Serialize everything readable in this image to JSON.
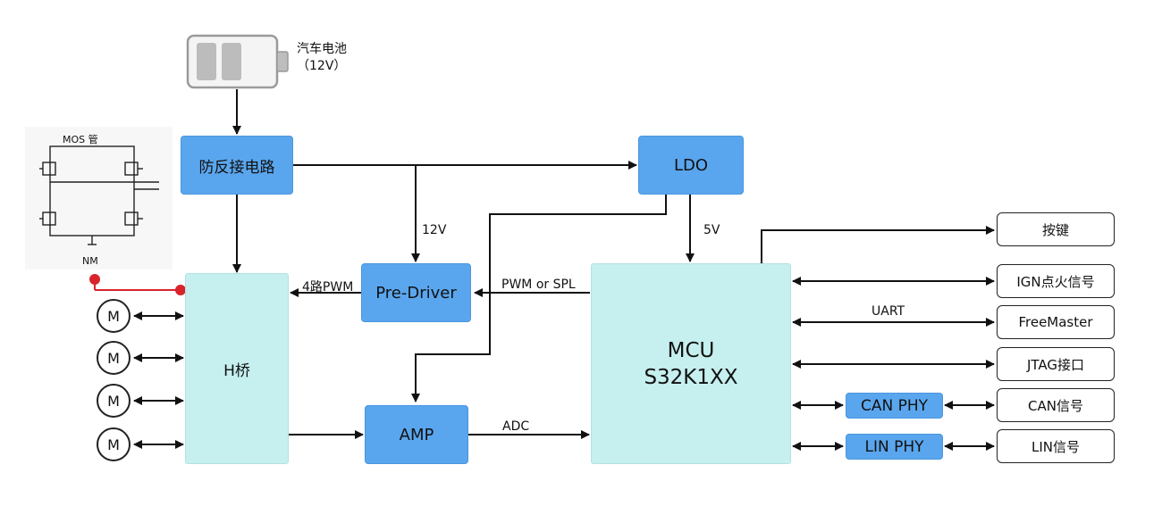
{
  "battery": {
    "name": "汽车电池",
    "voltage": "（12V）"
  },
  "mos": {
    "title": "MOS 管",
    "bottom": "NM"
  },
  "blocks": {
    "reverse": "防反接电路",
    "ldo": "LDO",
    "predriver": "Pre-Driver",
    "hbridge": "H桥",
    "amp": "AMP",
    "mcu_line1": "MCU",
    "mcu_line2": "S32K1XX",
    "can_phy": "CAN PHY",
    "lin_phy": "LIN PHY"
  },
  "outputs": [
    "按键",
    "IGN点火信号",
    "FreeMaster",
    "JTAG接口",
    "CAN信号",
    "LIN信号"
  ],
  "edge_labels": {
    "v12": "12V",
    "v5": "5V",
    "pwm4": "4路PWM",
    "pwm_spl": "PWM or SPL",
    "uart": "UART",
    "adc": "ADC"
  },
  "motors": [
    "M",
    "M",
    "M",
    "M"
  ]
}
